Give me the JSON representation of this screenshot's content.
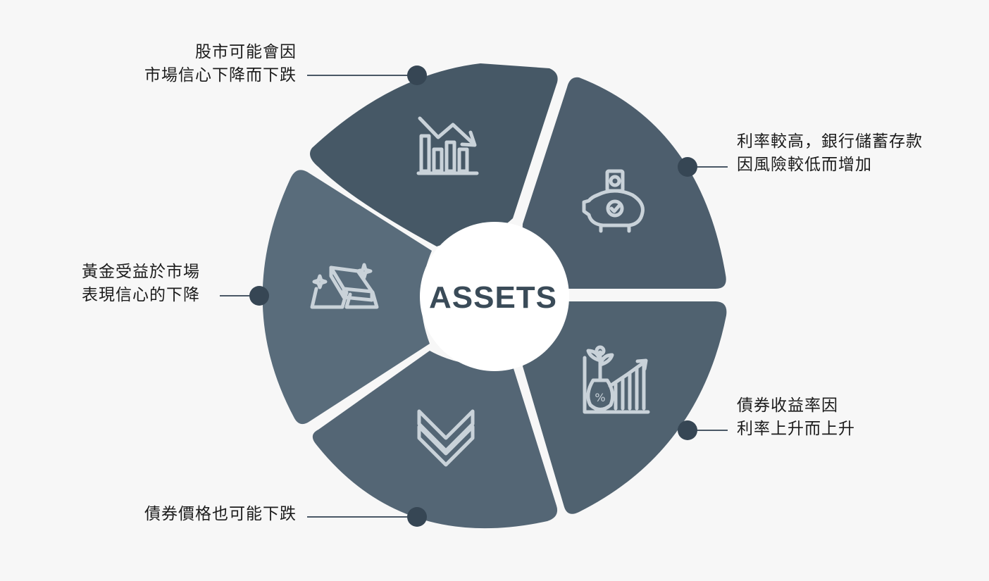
{
  "center": {
    "title": "ASSETS"
  },
  "segments": [
    {
      "id": "stocks",
      "icon": "falling-bar-chart-icon",
      "lines": [
        "股市可能會因",
        "市場信心下降而下跌"
      ],
      "color": "#465866"
    },
    {
      "id": "savings",
      "icon": "piggy-bank-icon",
      "lines": [
        "利率較高，銀行儲蓄存款",
        "因風險較低而增加"
      ],
      "color": "#4d5e6d"
    },
    {
      "id": "bond-yield",
      "icon": "growth-chart-plant-icon",
      "lines": [
        "債券收益率因",
        "利率上升而上升"
      ],
      "color": "#506270"
    },
    {
      "id": "bond-price",
      "icon": "double-chevron-down-icon",
      "lines": [
        "債券價格也可能下跌"
      ],
      "color": "#546675"
    },
    {
      "id": "gold",
      "icon": "gold-bars-icon",
      "lines": [
        "黃金受益於市場",
        "表現信心的下降"
      ],
      "color": "#596c7b"
    }
  ],
  "colors": {
    "center_text": "#3a4b58",
    "dot": "#364654",
    "leader_line": "#4a5866",
    "icon_stroke": "#c9d2d9",
    "background": "#f7f7f7"
  }
}
